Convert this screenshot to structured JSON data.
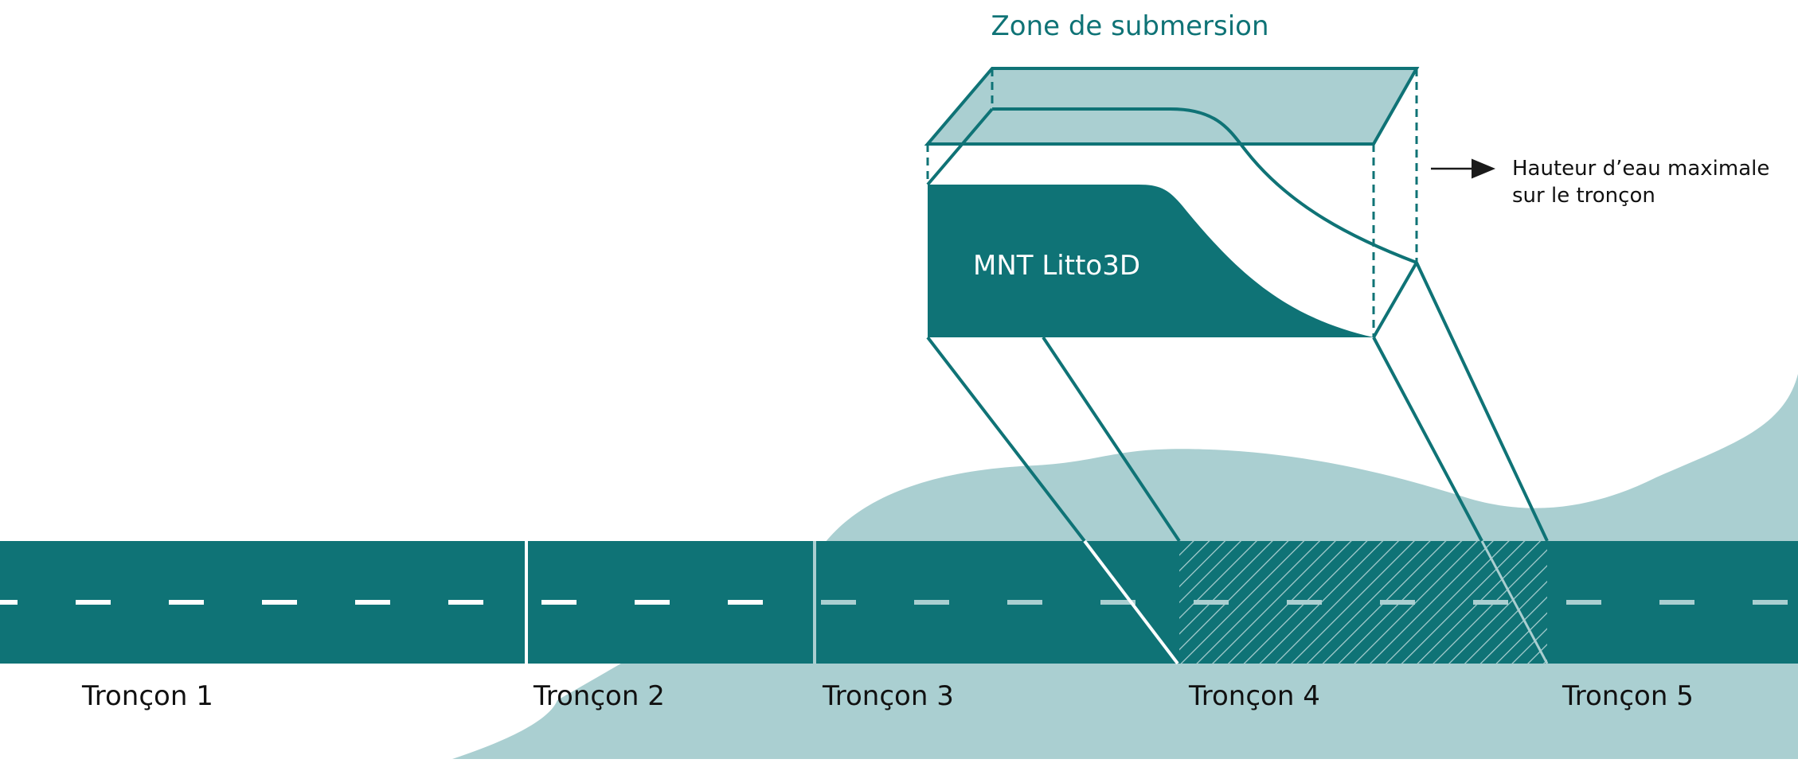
{
  "colors": {
    "teal": "#0f7376",
    "light_teal": "#aacfd1",
    "white": "#ffffff",
    "arrow": "#1a1a1a",
    "text_dark": "#111111"
  },
  "title": "Zone de submersion",
  "dem_label": "MNT Litto3D",
  "annotation": {
    "line1": "Hauteur d’eau maximale",
    "line2": "sur le tronçon"
  },
  "segments": [
    {
      "label": "Tronçon 1"
    },
    {
      "label": "Tronçon 2"
    },
    {
      "label": "Tronçon 3"
    },
    {
      "label": "Tronçon 4"
    },
    {
      "label": "Tronçon 5"
    }
  ]
}
